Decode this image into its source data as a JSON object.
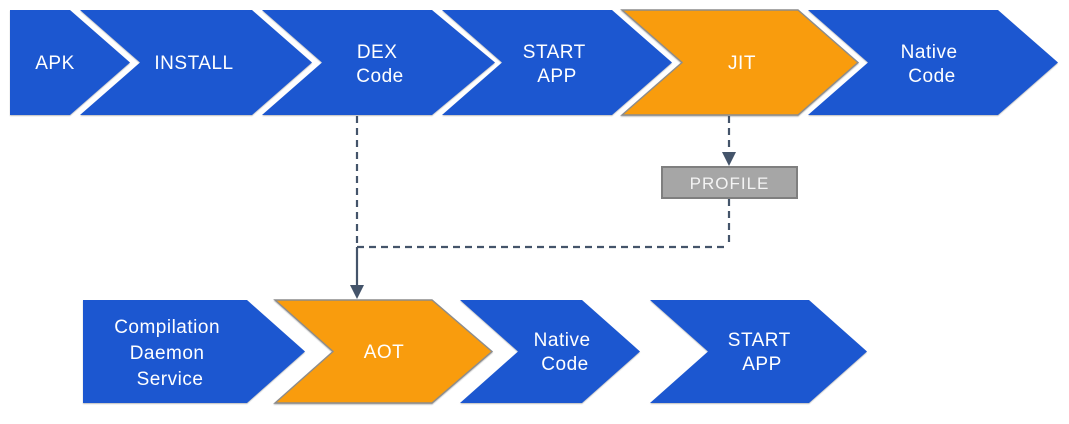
{
  "diagram": {
    "kind": "flow-diagram",
    "colors": {
      "chevron_blue": "#1C57D0",
      "chevron_orange": "#F99C0D",
      "orange_outline": "#8C8C8C",
      "connector": "#44546A",
      "profile_fill": "#A6A6A6",
      "profile_border": "#7F7F7F",
      "label_text": "#FFFFFF",
      "background": "#FFFFFF"
    }
  },
  "top_row": [
    {
      "id": "apk",
      "label": "APK",
      "lines": [
        "APK"
      ],
      "color": "blue"
    },
    {
      "id": "install",
      "label": "INSTALL",
      "lines": [
        "INSTALL"
      ],
      "color": "blue"
    },
    {
      "id": "dex-code",
      "label": "DEX Code",
      "lines": [
        "DEX",
        "Code"
      ],
      "color": "blue"
    },
    {
      "id": "start-app",
      "label": "START APP",
      "lines": [
        "START",
        "APP"
      ],
      "color": "blue"
    },
    {
      "id": "jit",
      "label": "JIT",
      "lines": [
        "JIT"
      ],
      "color": "orange"
    },
    {
      "id": "native-code",
      "label": "Native Code",
      "lines": [
        "Native",
        "Code"
      ],
      "color": "blue"
    }
  ],
  "profile_box": {
    "label": "PROFILE"
  },
  "bottom_row": [
    {
      "id": "compilation-daemon-service",
      "label": "Compilation Daemon Service",
      "lines": [
        "Compilation",
        "Daemon",
        "Service"
      ],
      "color": "blue"
    },
    {
      "id": "aot",
      "label": "AOT",
      "lines": [
        "AOT"
      ],
      "color": "orange"
    },
    {
      "id": "native-code",
      "label": "Native Code",
      "lines": [
        "Native",
        "Code"
      ],
      "color": "blue"
    },
    {
      "id": "start-app",
      "label": "START APP",
      "lines": [
        "START",
        "APP"
      ],
      "color": "blue"
    }
  ]
}
